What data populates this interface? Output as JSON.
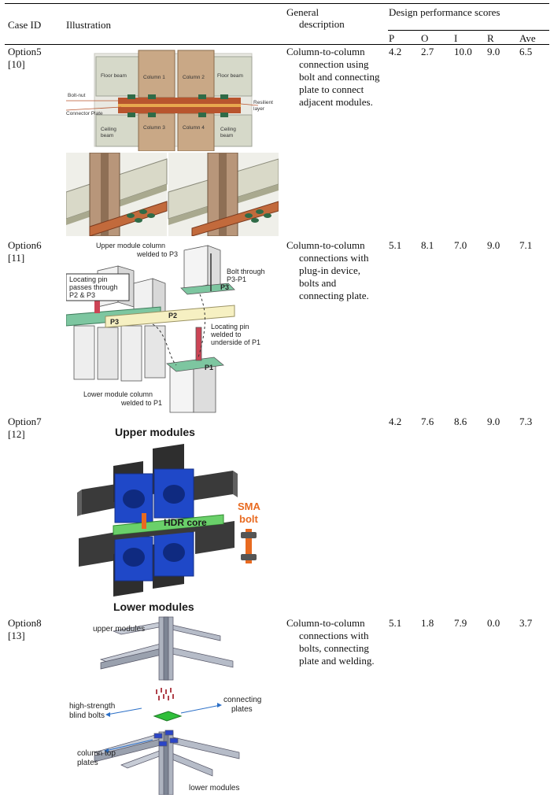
{
  "table": {
    "headers": {
      "case_id": "Case ID",
      "illustration": "Illustration",
      "general_line1": "General",
      "general_line2": "description",
      "design": "Design performance scores",
      "scores": [
        "P",
        "O",
        "I",
        "R",
        "Ave"
      ]
    },
    "rows": [
      {
        "case": "Option5",
        "ref": "[10]",
        "desc_first": "Column-to-column",
        "desc_rest": "connection using bolt and connecting plate to connect adjacent modules.",
        "scores": [
          "4.2",
          "2.7",
          "10.0",
          "9.0",
          "6.5"
        ],
        "labels": {
          "floor_beam_left": "Floor beam",
          "column1": "Column 1",
          "column2": "Column 2",
          "floor_beam_right": "Floor beam",
          "bolt_nut": "Bolt-nut",
          "connector_plate": "Connector Plate",
          "resilient": "Resilient",
          "layer": "layer",
          "ceiling_left_1": "Ceiling",
          "ceiling_left_2": "beam",
          "column3": "Column 3",
          "column4": "Column 4",
          "ceiling_right_1": "Ceiling",
          "ceiling_right_2": "beam"
        }
      },
      {
        "case": "Option6",
        "ref": "[11]",
        "desc_first": "Column-to-column",
        "desc_rest": "connections with plug-in device, bolts and connecting plate.",
        "scores": [
          "5.1",
          "8.1",
          "7.0",
          "9.0",
          "7.1"
        ],
        "labels": {
          "upper_col_1": "Upper module column",
          "upper_col_2": "welded to P3",
          "bolt_1": "Bolt through",
          "bolt_2": "P3-P1",
          "pin_pass_1": "Locating pin",
          "pin_pass_2": "passes through",
          "pin_pass_3": "P2 & P3",
          "p3": "P3",
          "p2": "P2",
          "p1": "P1",
          "pin_weld_1": "Locating pin",
          "pin_weld_2": "welded to",
          "pin_weld_3": "underside of P1",
          "lower_col_1": "Lower module column",
          "lower_col_2": "welded to P1"
        }
      },
      {
        "case": "Option7",
        "ref": "[12]",
        "desc_first": "",
        "desc_rest": "",
        "scores": [
          "4.2",
          "7.6",
          "8.6",
          "9.0",
          "7.3"
        ],
        "labels": {
          "upper": "Upper modules",
          "hdr": "HDR core",
          "sma_1": "SMA",
          "sma_2": "bolt",
          "lower": "Lower modules"
        }
      },
      {
        "case": "Option8",
        "ref": "[13]",
        "desc_first": "Column-to-column",
        "desc_rest": "connections with bolts, connecting plate and welding.",
        "scores": [
          "5.1",
          "1.8",
          "7.9",
          "0.0",
          "3.7"
        ],
        "labels": {
          "upper": "upper modules",
          "hs_1": "high-strength",
          "hs_2": "blind bolts",
          "conn_1": "connecting",
          "conn_2": "plates",
          "ctop_1": "column top",
          "ctop_2": "plates",
          "lower": "lower modules"
        }
      }
    ]
  }
}
